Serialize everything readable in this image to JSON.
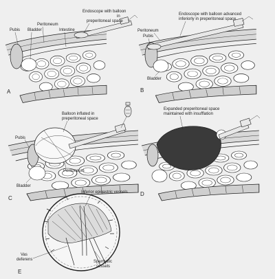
{
  "panels": [
    {
      "letter": "A",
      "labels": {
        "pubis": "Pubis",
        "bladder": "Bladder",
        "peritoneum": "Peritoneum",
        "intestine": "Intestine",
        "endoscope_l1": "Endoscope with balloon",
        "endoscope_l2": "in",
        "endoscope_l3": "preperitoneal space"
      }
    },
    {
      "letter": "B",
      "labels": {
        "endoscope_l1": "Endoscope with balloon advanced",
        "endoscope_l2": "inferiorly in preperitoneal space",
        "peritoneum": "Peritoneum",
        "pubis": "Pubis",
        "bladder": "Bladder"
      }
    },
    {
      "letter": "C",
      "labels": {
        "balloon_l1": "Balloon inflated in",
        "balloon_l2": "preperitoneal space",
        "pubis": "Pubis",
        "peritoneum": "Peritoneum",
        "bladder": "Bladder"
      }
    },
    {
      "letter": "D",
      "labels": {
        "space_l1": "Expanded preperitoneal space",
        "space_l2": "maintained with insufflation"
      }
    },
    {
      "letter": "E",
      "labels": {
        "epigastric": "Inferior epigastric vessels",
        "vas_l1": "Vas",
        "vas_l2": "deferens",
        "spermatic_l1": "Spermatic",
        "spermatic_l2": "vessels"
      }
    }
  ]
}
